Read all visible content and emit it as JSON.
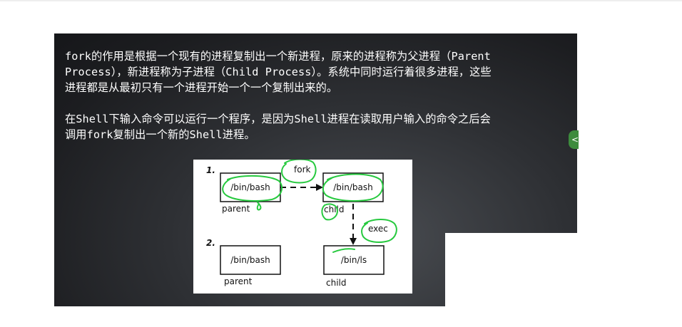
{
  "slide": {
    "paragraph1": "fork的作用是根据一个现有的进程复制出一个新进程，原来的进程称为父进程（Parent\nProcess），新进程称为子进程（Child Process）。系统中同时运行着很多进程，这些\n进程都是从最初只有一个进程开始一个一个复制出来的。",
    "paragraph2": "在Shell下输入命令可以运行一个程序，是因为Shell进程在读取用户输入的命令之后会\n调用fork复制出一个新的Shell进程。",
    "side_tab_glyph": "<"
  },
  "diagram": {
    "step1_label": "1.",
    "step2_label": "2.",
    "step1_parent_box": "/bin/bash",
    "step1_parent_caption": "parent",
    "step1_child_box": "/bin/bash",
    "step1_child_caption": "child",
    "fork_label": "fork",
    "exec_label": "exec",
    "step2_parent_box": "/bin/bash",
    "step2_parent_caption": "parent",
    "step2_child_box": "/bin/ls",
    "step2_child_caption": "child"
  },
  "colors": {
    "annotation_green": "#27c93f",
    "slide_dark": "#1c1d20",
    "side_tab_green": "#3d8b3d"
  }
}
